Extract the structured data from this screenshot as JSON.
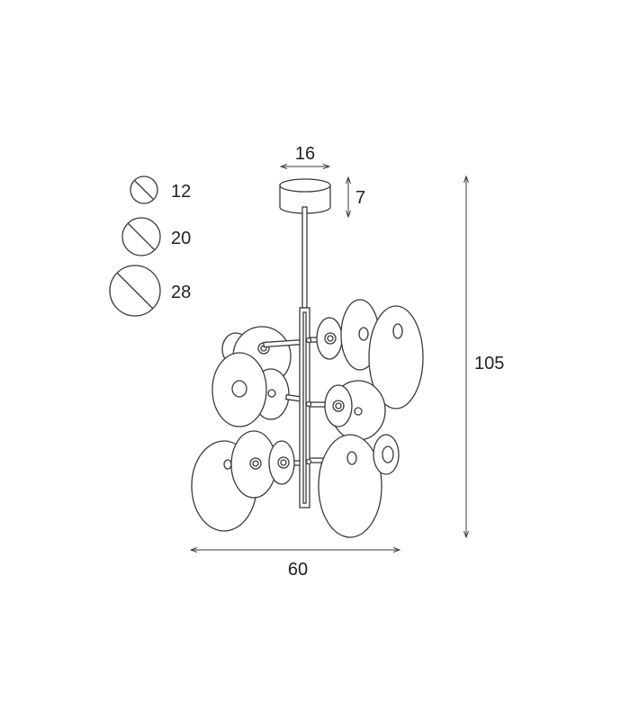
{
  "dimensions": {
    "canopy_width": "16",
    "canopy_height": "7",
    "total_height": "105",
    "total_width": "60"
  },
  "legend": [
    {
      "label": "12"
    },
    {
      "label": "20"
    },
    {
      "label": "28"
    }
  ],
  "colors": {
    "line": "#3a3a3a",
    "text": "#222222",
    "background": "#ffffff"
  }
}
